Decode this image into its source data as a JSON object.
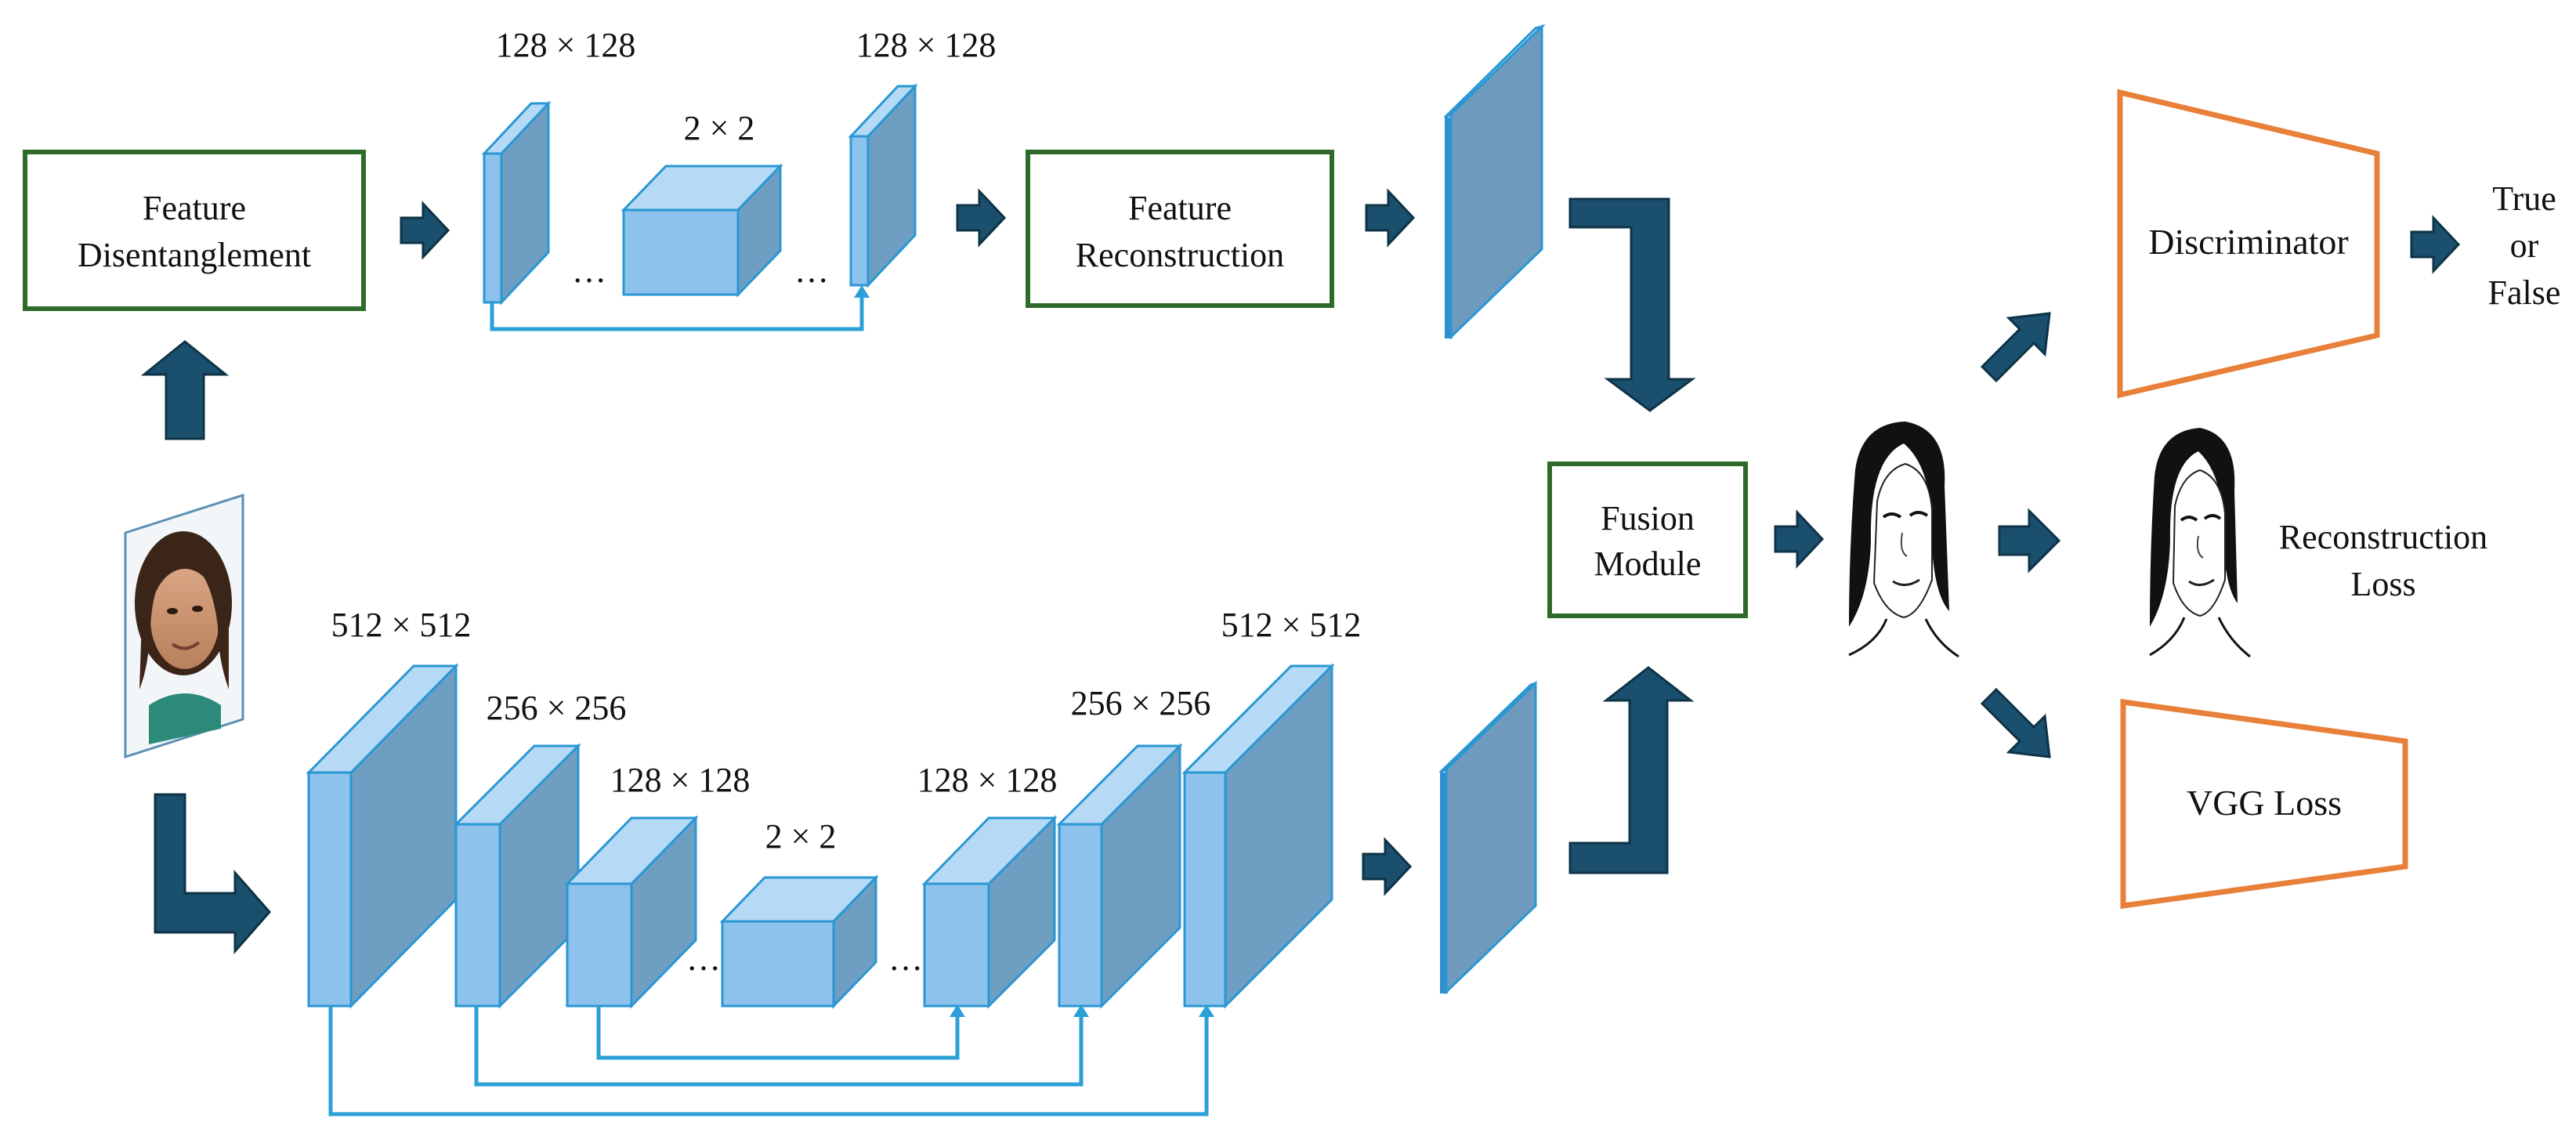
{
  "boxes": {
    "feature_disentanglement": [
      "Feature",
      "Disentanglement"
    ],
    "feature_reconstruction": [
      "Feature",
      "Reconstruction"
    ],
    "fusion_module": [
      "Fusion",
      "Module"
    ],
    "discriminator": "Discriminator",
    "vgg_loss": "VGG Loss"
  },
  "outputs": {
    "true_or_false": [
      "True",
      "or",
      "False"
    ],
    "reconstruction_loss": [
      "Reconstruction",
      "Loss"
    ]
  },
  "top_branch": {
    "dims": [
      "128 × 128",
      "2 × 2",
      "128 × 128"
    ],
    "ellipsis": [
      "…",
      "…"
    ]
  },
  "bottom_branch": {
    "dims": [
      "512 × 512",
      "256 × 256",
      "128 × 128",
      "2 × 2",
      "128 × 128",
      "256 × 256",
      "512 × 512"
    ],
    "ellipsis": [
      "…",
      "…"
    ]
  },
  "colors": {
    "green_box": "#2e6b2a",
    "orange_box": "#e8803a",
    "arrow": "#1a4f6e",
    "skip_line": "#2aa0d6",
    "block_front": "#8cc2ec"
  },
  "icons": [
    "input-face-photo",
    "generated-sketch",
    "reference-sketch"
  ]
}
